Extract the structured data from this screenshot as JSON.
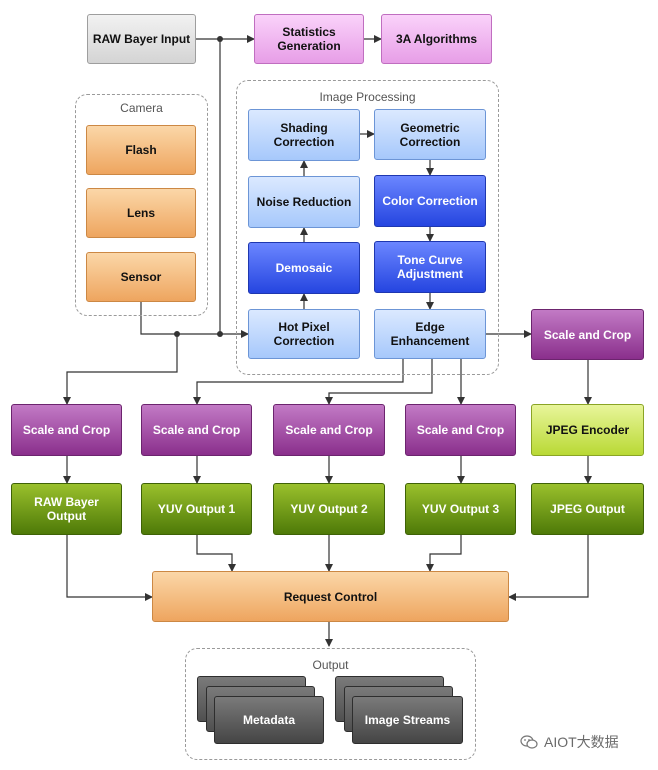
{
  "groups": {
    "camera": "Camera",
    "image_processing": "Image Processing",
    "output": "Output"
  },
  "nodes": {
    "raw_bayer_input": "RAW Bayer Input",
    "statistics_generation": "Statistics\nGeneration",
    "three_a_algorithms": "3A Algorithms",
    "flash": "Flash",
    "lens": "Lens",
    "sensor": "Sensor",
    "shading_correction": "Shading\nCorrection",
    "geometric_correction": "Geometric\nCorrection",
    "noise_reduction": "Noise Reduction",
    "color_correction": "Color Correction",
    "demosaic": "Demosaic",
    "tone_curve_adjustment": "Tone Curve\nAdjustment",
    "hot_pixel_correction": "Hot Pixel\nCorrection",
    "edge_enhancement": "Edge\nEnhancement",
    "scale_crop_jpeg": "Scale and Crop",
    "jpeg_encoder": "JPEG Encoder",
    "jpeg_output": "JPEG Output",
    "scale_crop_raw": "Scale and Crop",
    "scale_crop_yuv1": "Scale and Crop",
    "scale_crop_yuv2": "Scale and Crop",
    "scale_crop_yuv3": "Scale and Crop",
    "raw_bayer_output": "RAW Bayer\nOutput",
    "yuv_output_1": "YUV Output 1",
    "yuv_output_2": "YUV Output 2",
    "yuv_output_3": "YUV Output 3",
    "request_control": "Request Control",
    "metadata": "Metadata",
    "image_streams": "Image Streams"
  },
  "colors": {
    "statistics": "#e79ee7",
    "processing_light": "#a6c8fb",
    "processing_dark": "#2545e0",
    "camera": "#eea55f",
    "scale_crop": "#8a2f8c",
    "encoder": "#b9d935",
    "outputs": "#4e7a08",
    "streams": "#505050",
    "edges": "#333333"
  },
  "watermark": {
    "text": "AIOT大数据",
    "icon": "wechat-icon"
  }
}
